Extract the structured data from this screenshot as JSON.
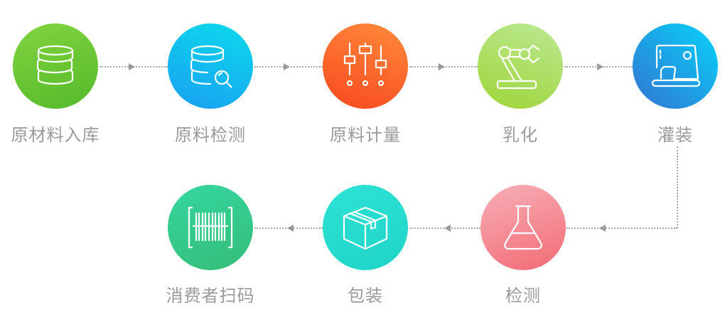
{
  "steps": [
    {
      "label": "原材料入库",
      "icon": "coin-stack-icon",
      "color": "#6cc935"
    },
    {
      "label": "原料检测",
      "icon": "database-search-icon",
      "color": "#13bdf0"
    },
    {
      "label": "原料计量",
      "icon": "sliders-icon",
      "color": "#fb6a2d"
    },
    {
      "label": "乳化",
      "icon": "robot-arm-icon",
      "color": "#aede62"
    },
    {
      "label": "灌装",
      "icon": "sewing-machine-icon",
      "color": "#1ea3e8"
    },
    {
      "label": "检测",
      "icon": "flask-icon",
      "color": "#f48a94"
    },
    {
      "label": "包装",
      "icon": "box-icon",
      "color": "#26dccf"
    },
    {
      "label": "消费者扫码",
      "icon": "barcode-icon",
      "color": "#35c98c"
    }
  ]
}
